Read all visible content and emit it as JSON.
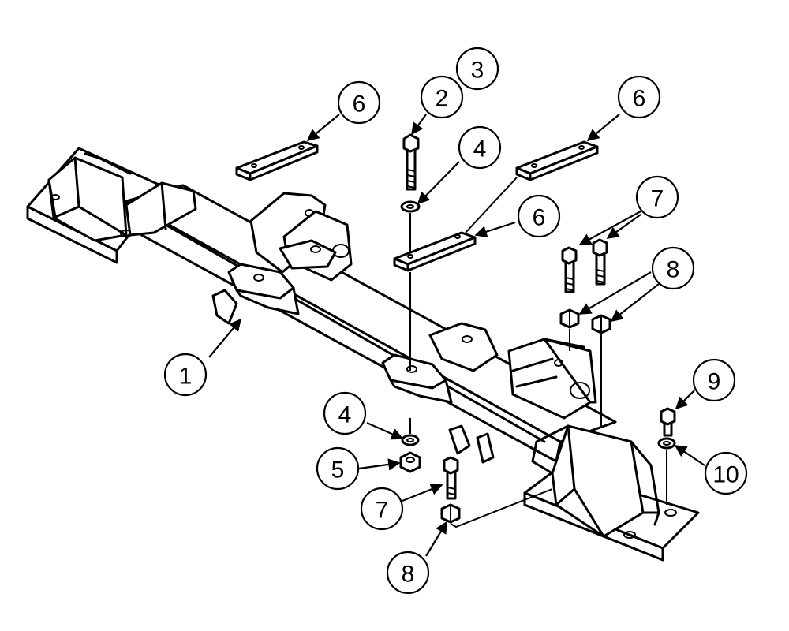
{
  "callouts": [
    {
      "id": "c1",
      "label": "1"
    },
    {
      "id": "c2",
      "label": "2"
    },
    {
      "id": "c3",
      "label": "3"
    },
    {
      "id": "c4a",
      "label": "4"
    },
    {
      "id": "c4b",
      "label": "4"
    },
    {
      "id": "c5",
      "label": "5"
    },
    {
      "id": "c6a",
      "label": "6"
    },
    {
      "id": "c6b",
      "label": "6"
    },
    {
      "id": "c6c",
      "label": "6"
    },
    {
      "id": "c7a",
      "label": "7"
    },
    {
      "id": "c7b",
      "label": "7"
    },
    {
      "id": "c8a",
      "label": "8"
    },
    {
      "id": "c8b",
      "label": "8"
    },
    {
      "id": "c9",
      "label": "9"
    },
    {
      "id": "c10",
      "label": "10"
    }
  ]
}
